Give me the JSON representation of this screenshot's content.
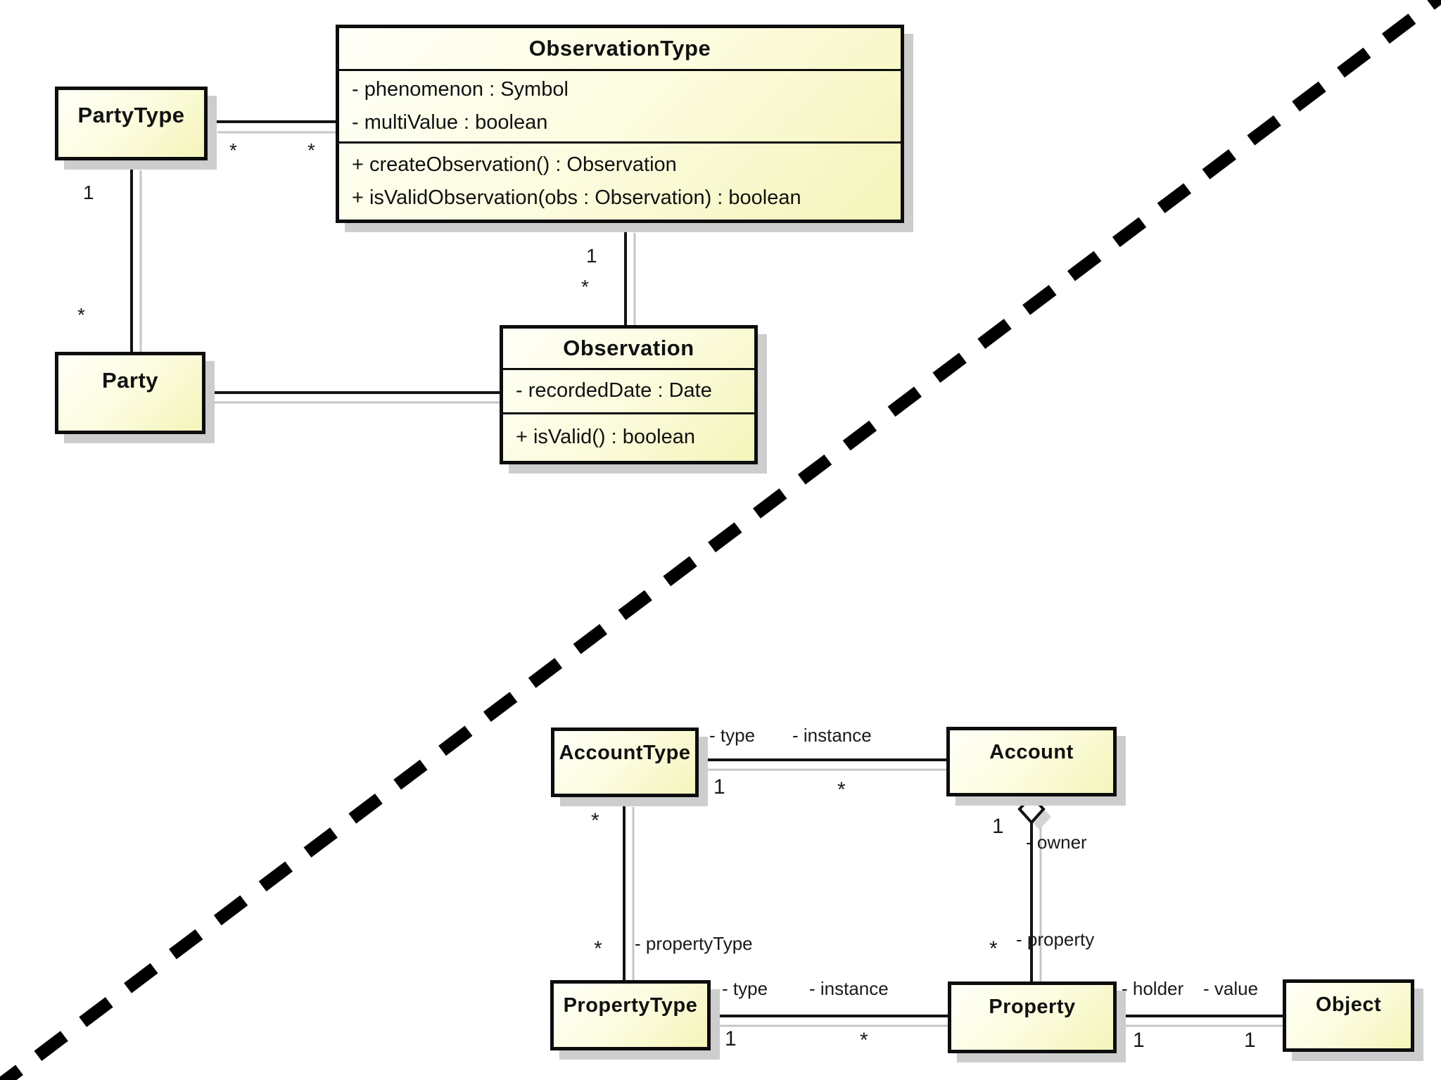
{
  "colors": {
    "box_fill_light": "#fffff8",
    "box_fill_yellow": "#f4f4ba",
    "box_border": "#0d0d0d",
    "drop_shadow": "#cdcdcd",
    "line_shadow": "#c6c6c6",
    "dashed_line": "#000000"
  },
  "top_diagram": {
    "party_type": {
      "title": "PartyType"
    },
    "observation_type": {
      "title": "ObservationType",
      "attributes": [
        "- phenomenon : Symbol",
        "- multiValue : boolean"
      ],
      "methods": [
        "+ createObservation() : Observation",
        "+ isValidObservation(obs : Observation) : boolean"
      ]
    },
    "party": {
      "title": "Party"
    },
    "observation": {
      "title": "Observation",
      "attributes": [
        "- recordedDate : Date"
      ],
      "methods": [
        "+ isValid() : boolean"
      ]
    },
    "multiplicities": {
      "partytype_observationtype_left": "*",
      "partytype_observationtype_right": "*",
      "partytype_party_top": "1",
      "partytype_party_bottom": "*",
      "observationtype_observation_top": "1",
      "observationtype_observation_bottom": "*"
    }
  },
  "bottom_diagram": {
    "account_type": {
      "title": "AccountType"
    },
    "account": {
      "title": "Account"
    },
    "property_type": {
      "title": "PropertyType"
    },
    "property": {
      "title": "Property"
    },
    "object": {
      "title": "Object"
    },
    "associations": {
      "accounttype_account": {
        "role_left": "- type",
        "role_right": "- instance",
        "mult_left": "1",
        "mult_right": "*"
      },
      "accounttype_propertytype": {
        "mult_top": "*",
        "mult_bottom": "*",
        "role_bottom": "- propertyType"
      },
      "account_property": {
        "mult_top": "1",
        "role_top": "- owner",
        "mult_bottom": "*",
        "role_bottom": "- property"
      },
      "propertytype_property": {
        "role_left": "- type",
        "role_right": "- instance",
        "mult_left": "1",
        "mult_right": "*"
      },
      "property_object": {
        "role_left": "- holder",
        "role_right": "- value",
        "mult_left": "1",
        "mult_right": "1"
      }
    }
  }
}
